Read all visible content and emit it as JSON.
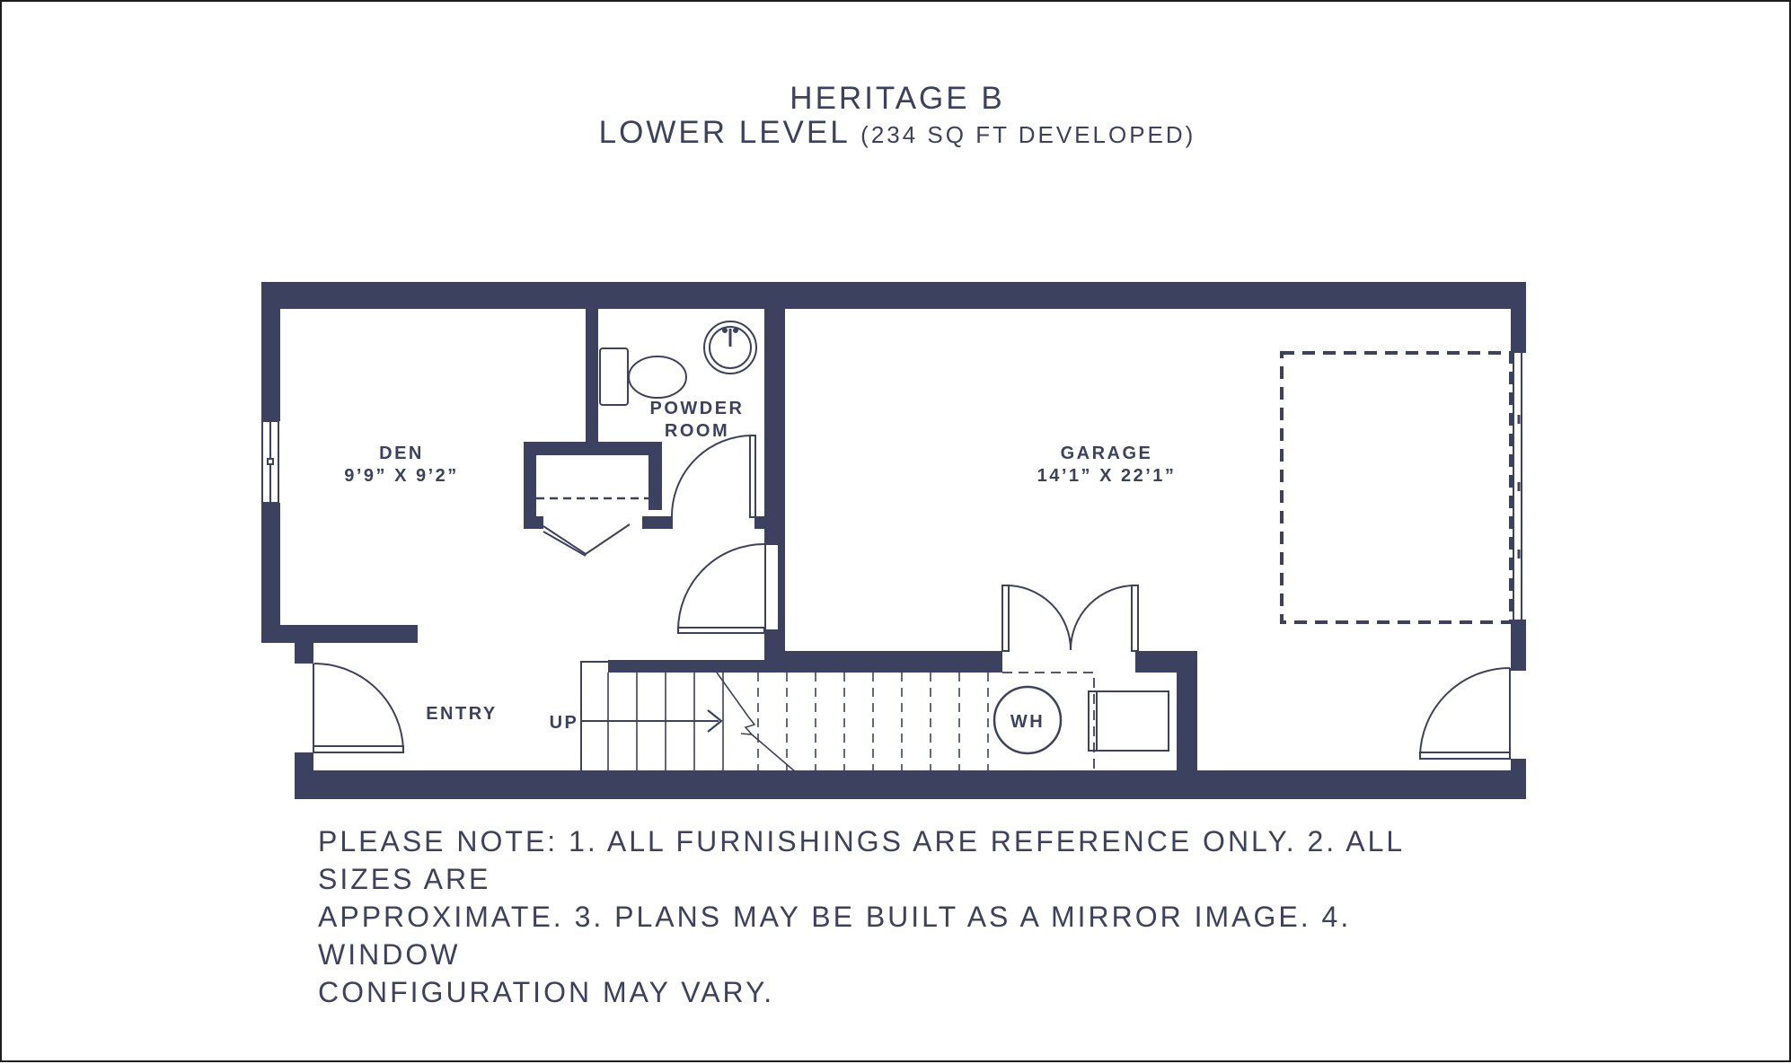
{
  "header": {
    "title": "HERITAGE B",
    "level": "LOWER LEVEL",
    "area_note": "(234 SQ FT DEVELOPED)"
  },
  "rooms": {
    "den": {
      "name": "DEN",
      "size": "9’9” X 9’2”"
    },
    "powder_room": {
      "line1": "POWDER",
      "line2": "ROOM"
    },
    "garage": {
      "name": "GARAGE",
      "size": "14’1” X 22’1”"
    },
    "entry": {
      "name": "ENTRY"
    }
  },
  "labels": {
    "stairs": "UP",
    "water_heater": "WH"
  },
  "note": "PLEASE NOTE:  1. ALL FURNISHINGS ARE REFERENCE ONLY. 2. ALL SIZES ARE\nAPPROXIMATE. 3. PLANS MAY BE BUILT AS A MIRROR IMAGE. 4. WINDOW\nCONFIGURATION MAY VARY.",
  "colors": {
    "wall": "#3d4160",
    "text": "#3d4160",
    "border": "#1e1e1e",
    "background": "#ffffff"
  }
}
